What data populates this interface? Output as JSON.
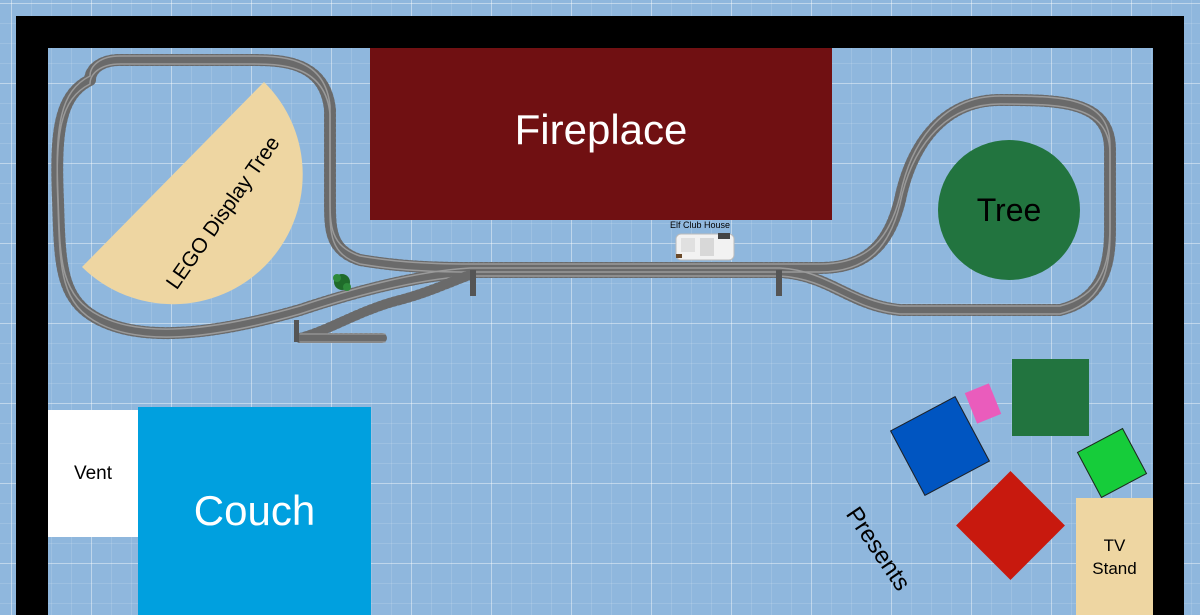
{
  "rooms": {
    "fireplace": {
      "label": "Fireplace",
      "color": "#701012"
    },
    "tree": {
      "label": "Tree",
      "color": "#22743f"
    },
    "lego_display_tree": {
      "label": "LEGO Display Tree",
      "color": "#eed6a2"
    },
    "couch": {
      "label": "Couch",
      "color": "#00a0df"
    },
    "vent": {
      "label": "Vent",
      "color": "#ffffff"
    },
    "tv_stand": {
      "label_line1": "TV",
      "label_line2": "Stand",
      "color": "#eed6a2"
    },
    "elf_club_house": {
      "label": "Elf Club House"
    },
    "presents": {
      "label": "Presents",
      "colors": [
        "#0055c1",
        "#ea5cbc",
        "#22743f",
        "#16cc3a",
        "#c8190e"
      ]
    }
  },
  "colors": {
    "floor": "#8fb7dd",
    "walls": "#000000",
    "track_rail": "#8a8a8a",
    "track_tie": "#6a6a6a"
  }
}
